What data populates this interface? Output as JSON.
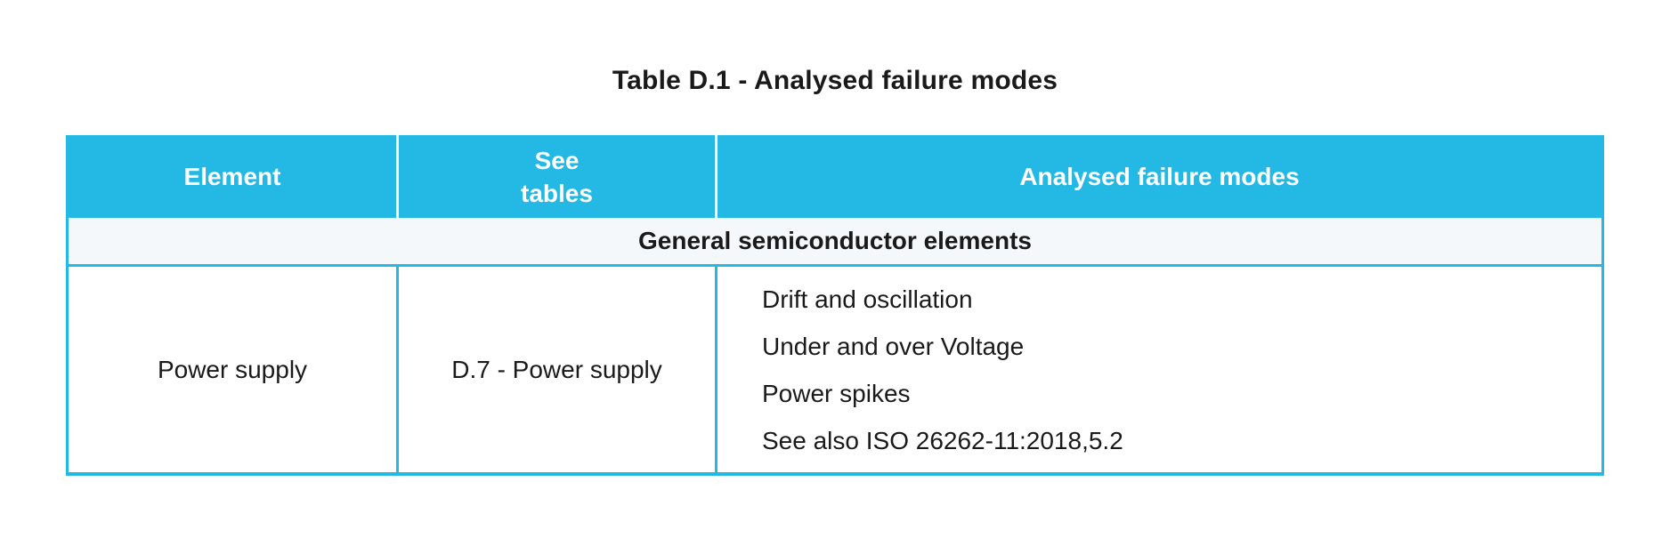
{
  "title": "Table D.1 - Analysed failure modes",
  "table": {
    "headers": [
      "Element",
      "See\ntables",
      "Analysed failure modes"
    ],
    "section": "General semiconductor elements",
    "rows": [
      {
        "element": "Power supply",
        "see_tables": "D.7 - Power supply",
        "failure_modes": [
          "Drift and oscillation",
          "Under and over Voltage",
          "Power spikes",
          "See also ISO 26262-11:2018,5.2"
        ]
      }
    ]
  },
  "colors": {
    "header_bg": "#24B8E4",
    "header_text": "#FFFFFF",
    "section_bg": "#F4F8FB",
    "border": "#24B8E4",
    "text": "#1A1A1A",
    "page_bg": "#FFFFFF"
  }
}
